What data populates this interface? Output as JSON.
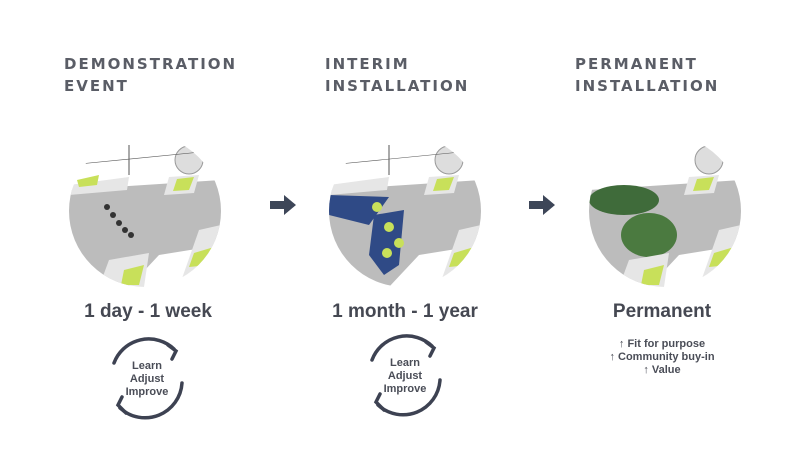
{
  "stages": [
    {
      "title_line1": "DEMONSTRATION",
      "title_line2": "EVENT",
      "duration": "1 day - 1 week",
      "cycle": [
        "Learn",
        "Adjust",
        "Improve"
      ]
    },
    {
      "title_line1": "INTERIM",
      "title_line2": "INSTALLATION",
      "duration": "1 month - 1 year",
      "cycle": [
        "Learn",
        "Adjust",
        "Improve"
      ]
    },
    {
      "title_line1": "PERMANENT",
      "title_line2": "INSTALLATION",
      "duration": "Permanent",
      "benefits": [
        "↑ Fit for purpose",
        "↑ Community buy-in",
        "↑ Value"
      ]
    }
  ],
  "colors": {
    "text": "#4a4d57",
    "arrow": "#3d4658",
    "green": "#c8e05a",
    "road": "#b9b9b9",
    "interim_blue": "#2f4a86"
  }
}
